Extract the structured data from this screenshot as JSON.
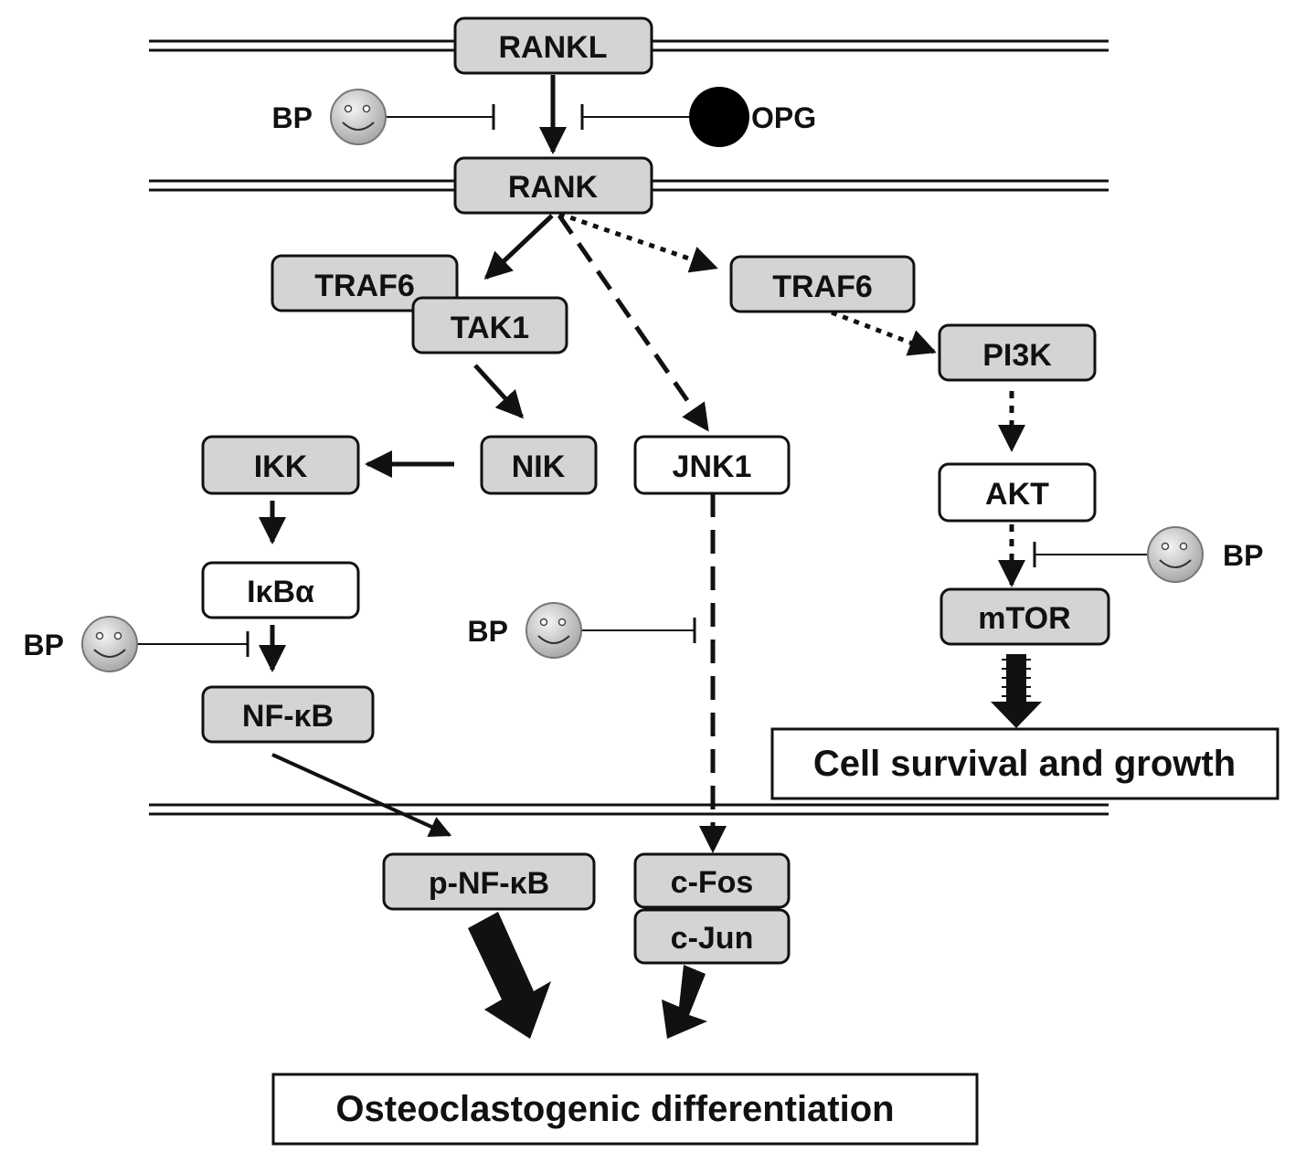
{
  "colors": {
    "node_fill": "#d4d4d4",
    "node_plain_fill": "#ffffff",
    "stroke": "#111111",
    "opg_fill": "#000000",
    "bp_face": "#d6d6d6"
  },
  "nodes": {
    "rankl": "RANKL",
    "rank": "RANK",
    "traf6_left": "TRAF6",
    "tak1": "TAK1",
    "traf6_right": "TRAF6",
    "pi3k": "PI3K",
    "nik": "NIK",
    "jnk1": "JNK1",
    "ikk": "IKK",
    "akt": "AKT",
    "ikba": "IκBα",
    "mtor": "mTOR",
    "nfkb": "NF-κB",
    "p_nfkb": "p-NF-κB",
    "c_fos": "c-Fos",
    "c_jun": "c-Jun"
  },
  "outcomes": {
    "cell_survival": "Cell survival and growth",
    "osteoclastogenic": "Osteoclastogenic differentiation"
  },
  "inhibitors": {
    "bp_label": "BP",
    "opg_label": "OPG",
    "bp_icon": "smiley-face-icon",
    "opg_icon": "black-circle-icon"
  }
}
